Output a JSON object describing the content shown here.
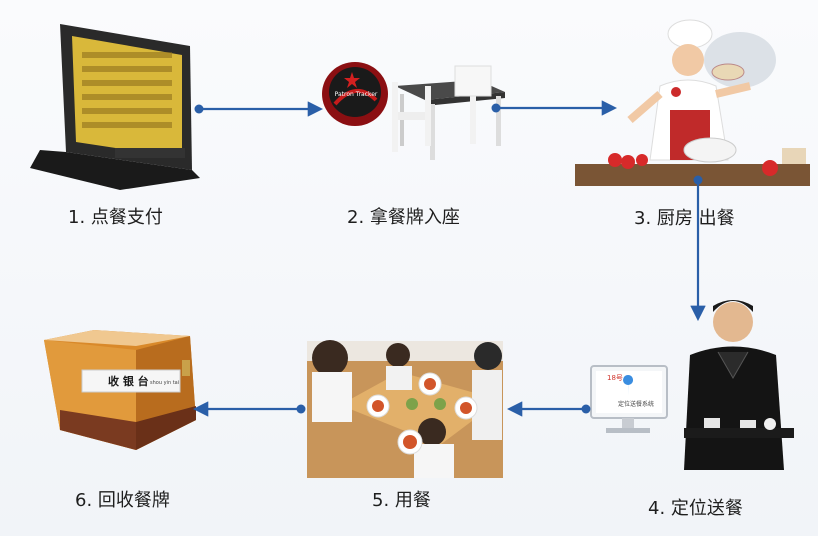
{
  "steps": [
    {
      "id": 1,
      "label": "1. 点餐支付"
    },
    {
      "id": 2,
      "label": "2. 拿餐牌入座"
    },
    {
      "id": 3,
      "label": "3. 厨房  出餐"
    },
    {
      "id": 4,
      "label": "4. 定位送餐"
    },
    {
      "id": 5,
      "label": "5. 用餐"
    },
    {
      "id": 6,
      "label": "6. 回收餐牌"
    }
  ],
  "illustrations": {
    "pager_brand": "Patron Tracker",
    "monitor_screen_title": "18号",
    "monitor_screen_text": "定位送餐系统",
    "counter_sign": "收 银 台",
    "counter_sign_small": "shou yin tai"
  },
  "colors": {
    "arrow": "#2a5fa8",
    "label": "#1e1e1e",
    "terminal_screen": "#d9b83a",
    "counter": "#d9892a"
  }
}
